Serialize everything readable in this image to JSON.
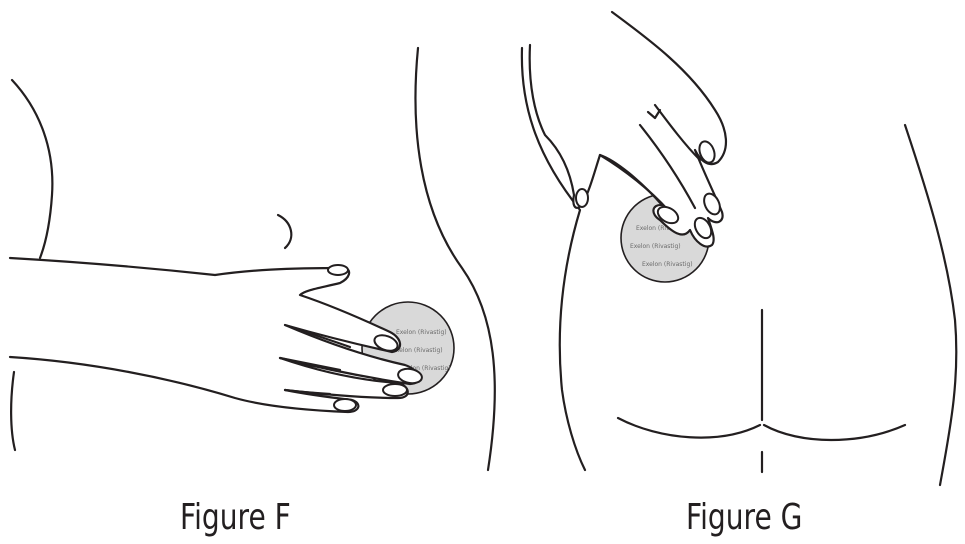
{
  "figures": [
    {
      "caption": "Figure F",
      "illustration": "hand-applying-patch-to-side-icon",
      "patch_label": "Exelon (Rivastig)"
    },
    {
      "caption": "Figure G",
      "illustration": "hand-applying-patch-to-back-icon",
      "patch_label": "Exelon (Rivastig)"
    }
  ],
  "colors": {
    "line": "#231f20",
    "patch_fill": "#d9d9d9",
    "background": "#ffffff"
  }
}
